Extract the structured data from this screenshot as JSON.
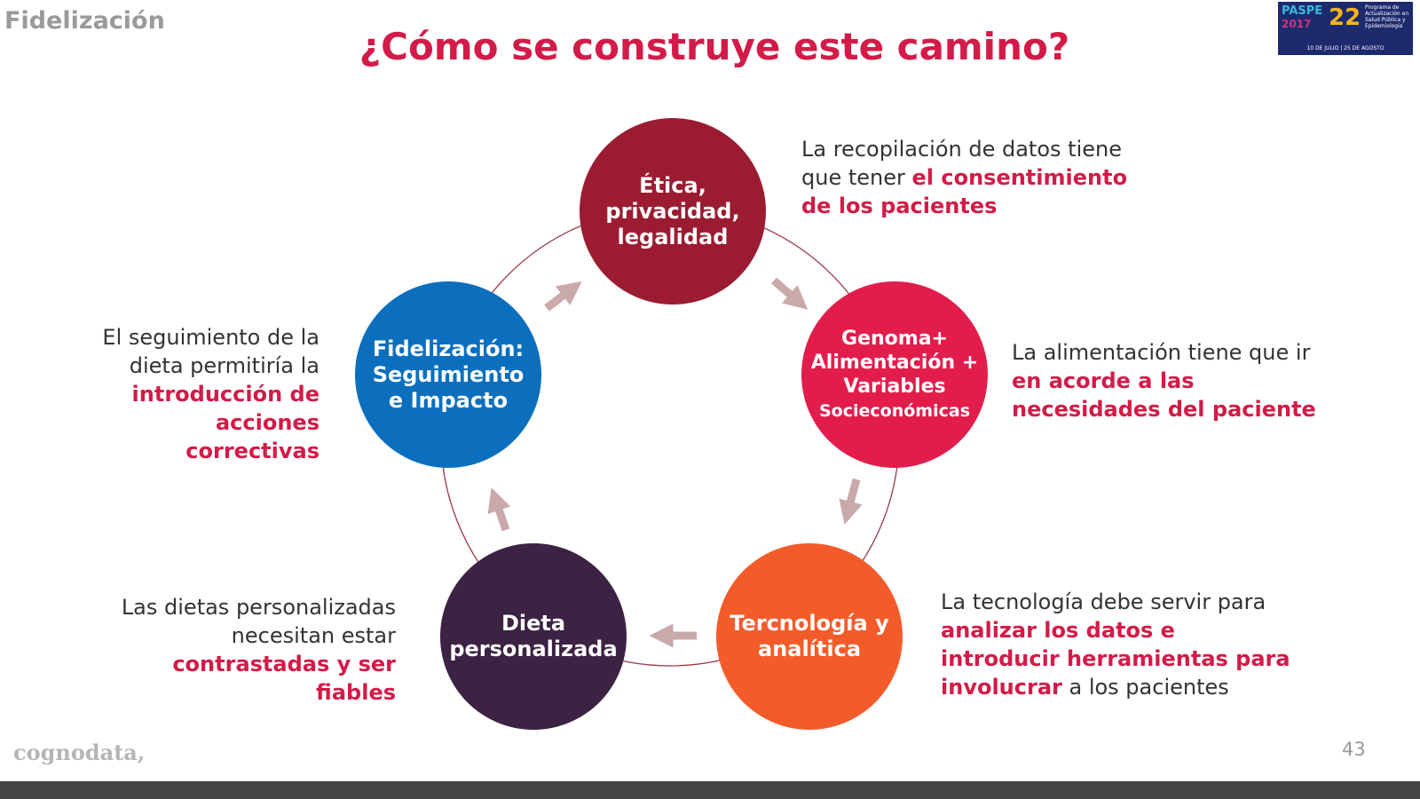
{
  "header": {
    "section": "Fidelización",
    "title": "¿Cómo se construye este camino?"
  },
  "logo": {
    "line1": "PASPE",
    "line2": "2017",
    "number": "22",
    "desc": "Programa de Actualización en Salud Pública y Epidemiología",
    "dates": "10 DE JULIO | 25 DE AGOSTO"
  },
  "circles": [
    {
      "label": "Ética, privacidad, legalidad",
      "color": "#9b1c31"
    },
    {
      "label": "Genoma+ Alimentación + Variables",
      "sub": "Socieconómicas",
      "color": "#e21d4c"
    },
    {
      "label": "Tercnología y analítica",
      "color": "#f45b2b"
    },
    {
      "label": "Dieta personalizada",
      "color": "#3c2243"
    },
    {
      "label": "Fidelización: Seguimiento e Impacto",
      "color": "#0b6fbe"
    }
  ],
  "notes": [
    {
      "plain": "La recopilación de datos tiene que tener ",
      "bold": "el consentimiento de los pacientes",
      "after": ""
    },
    {
      "plain": "La alimentación tiene que ir ",
      "bold": "en acorde a las necesidades del paciente",
      "after": ""
    },
    {
      "plain": "La tecnología debe servir para ",
      "bold": "analizar los datos e introducir herramientas para involucrar",
      "after": " a los pacientes"
    },
    {
      "plain": "Las dietas personalizadas necesitan estar ",
      "bold": "contrastadas y ser fiables",
      "after": ""
    },
    {
      "plain": "El seguimiento de la dieta permitiría la ",
      "bold": "introducción de acciones correctivas",
      "after": ""
    }
  ],
  "footer": {
    "brand": "cognodata,",
    "page": "43"
  },
  "colors": {
    "accent": "#d31b48",
    "arrow": "#c9a9aa"
  }
}
